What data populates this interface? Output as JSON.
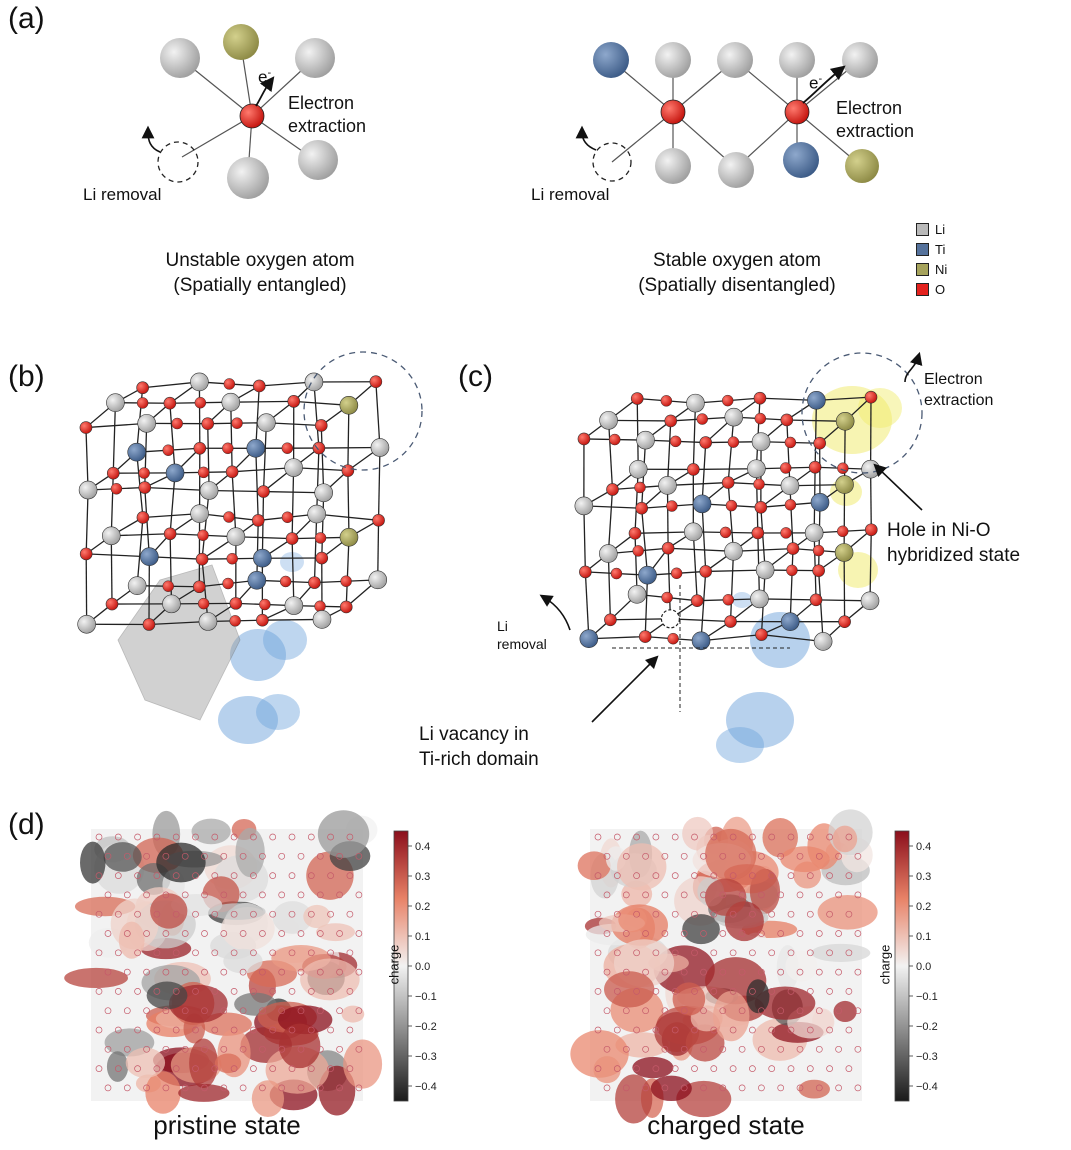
{
  "panel_labels": {
    "a": "(a)",
    "b": "(b)",
    "c": "(c)",
    "d": "(d)"
  },
  "panel_a": {
    "left": {
      "electron_symbol": "e",
      "electron_sup": "-",
      "electron_extraction": [
        "Electron",
        "extraction"
      ],
      "li_removal": "Li removal",
      "caption_line1": "Unstable oxygen atom",
      "caption_line2": "(Spatially entangled)"
    },
    "right": {
      "electron_symbol": "e",
      "electron_sup": "-",
      "electron_extraction": [
        "Electron",
        "extraction"
      ],
      "li_removal": "Li removal",
      "caption_line1": "Stable oxygen atom",
      "caption_line2": "(Spatially disentangled)"
    },
    "legend": [
      {
        "label": "Li",
        "color": "#b9b9b9"
      },
      {
        "label": "Ti",
        "color": "#55729c"
      },
      {
        "label": "Ni",
        "color": "#a6a35c"
      },
      {
        "label": "O",
        "color": "#e4221e"
      }
    ]
  },
  "panel_c": {
    "electron_extraction": [
      "Electron",
      "extraction"
    ],
    "hole_text": [
      "Hole in Ni-O",
      "hybridized state"
    ],
    "li_removal": [
      "Li",
      "removal"
    ],
    "li_vacancy": [
      "Li vacancy in",
      "Ti-rich domain"
    ]
  },
  "panel_d": {
    "maps": [
      {
        "caption": "pristine state",
        "colorbar_label": "charge"
      },
      {
        "caption": "charged state",
        "colorbar_label": "charge"
      }
    ],
    "colorbar_ticks": [
      "0.4",
      "0.3",
      "0.2",
      "0.1",
      "0.0",
      "−0.1",
      "−0.2",
      "−0.3",
      "−0.4"
    ],
    "colors": {
      "neg": "#1a1a1a",
      "zero": "#f2f2f2",
      "pos": "#8b0f1c"
    }
  }
}
